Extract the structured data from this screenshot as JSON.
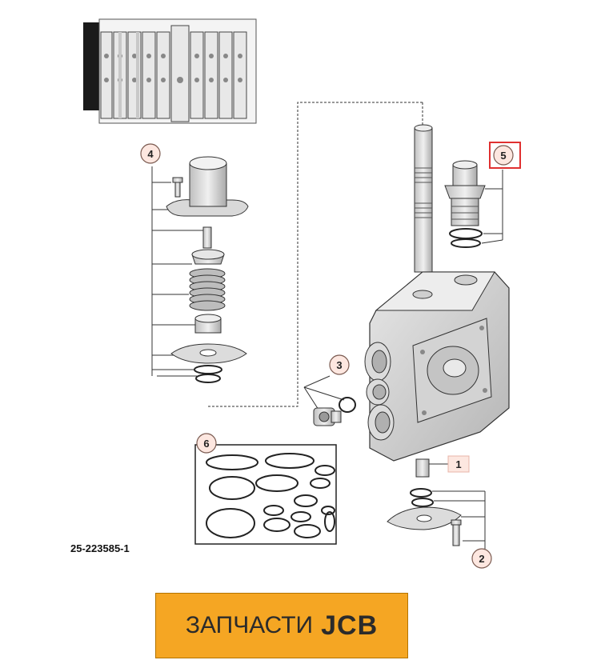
{
  "diagram": {
    "callouts": [
      {
        "id": "callout-1",
        "label": "1"
      },
      {
        "id": "callout-2",
        "label": "2"
      },
      {
        "id": "callout-3",
        "label": "3"
      },
      {
        "id": "callout-4",
        "label": "4"
      },
      {
        "id": "callout-5",
        "label": "5"
      },
      {
        "id": "callout-6",
        "label": "6"
      }
    ],
    "part_number": "25-223585-1",
    "highlight_color": "#e03030"
  },
  "banner": {
    "text": "ЗАПЧАСТИ",
    "brand": "JCB",
    "background": "#f5a623"
  }
}
